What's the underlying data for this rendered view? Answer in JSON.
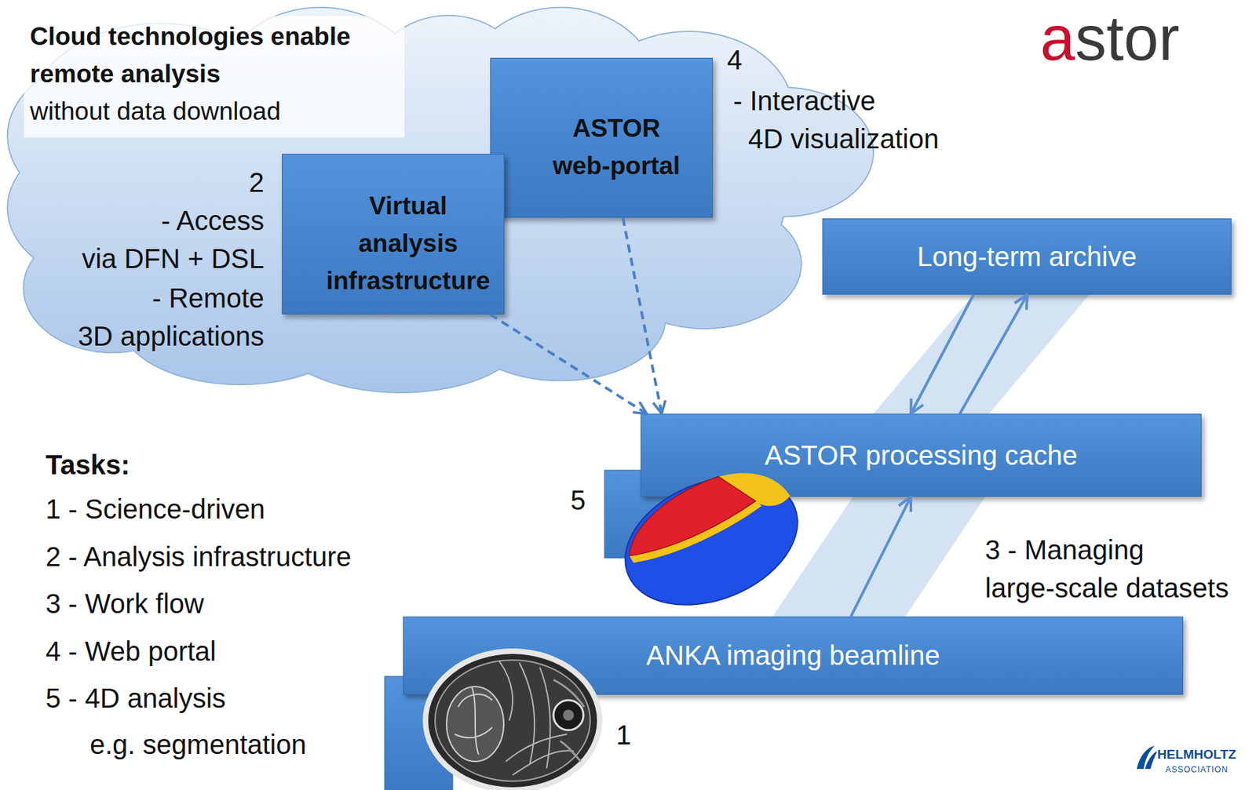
{
  "diagram": {
    "nodes": [
      {
        "text": [
          "Cloud technologies enable remote analysis",
          "without data download"
        ]
      },
      {
        "text": [
          "ASTOR web-portal"
        ],
        "in": 0
      },
      {
        "text": [
          "Virtual analysis infrastructure"
        ],
        "in": 0
      },
      {
        "text": [
          "Long-term archive"
        ]
      },
      {
        "text": [
          "ASTOR processing cache"
        ]
      },
      {
        "text": [
          "ANKA imaging beamline"
        ]
      }
    ],
    "edges": [
      {
        "from": 2,
        "to": 4,
        "arrow": "to"
      },
      {
        "from": 1,
        "to": 4,
        "arrow": "to"
      },
      {
        "from": 3,
        "to": 4,
        "arrow": "to"
      },
      {
        "from": 4,
        "to": 3,
        "arrow": "to"
      },
      {
        "from": 5,
        "to": 4,
        "arrow": "to"
      }
    ],
    "labels": [
      "2",
      "- Access via DFN + DSL",
      "- Remote 3D applications",
      "4",
      "- Interactive 4D visualization",
      "astor",
      "Tasks:",
      "1 - Science-driven",
      "2 - Analysis infrastructure",
      "3 - Work flow",
      "4 - Web portal",
      "5 - 4D analysis",
      "e.g. segmentation",
      "5",
      "3 - Managing large-scale datasets",
      "1",
      "HELMHOLTZ",
      "ASSOCIATION"
    ]
  }
}
